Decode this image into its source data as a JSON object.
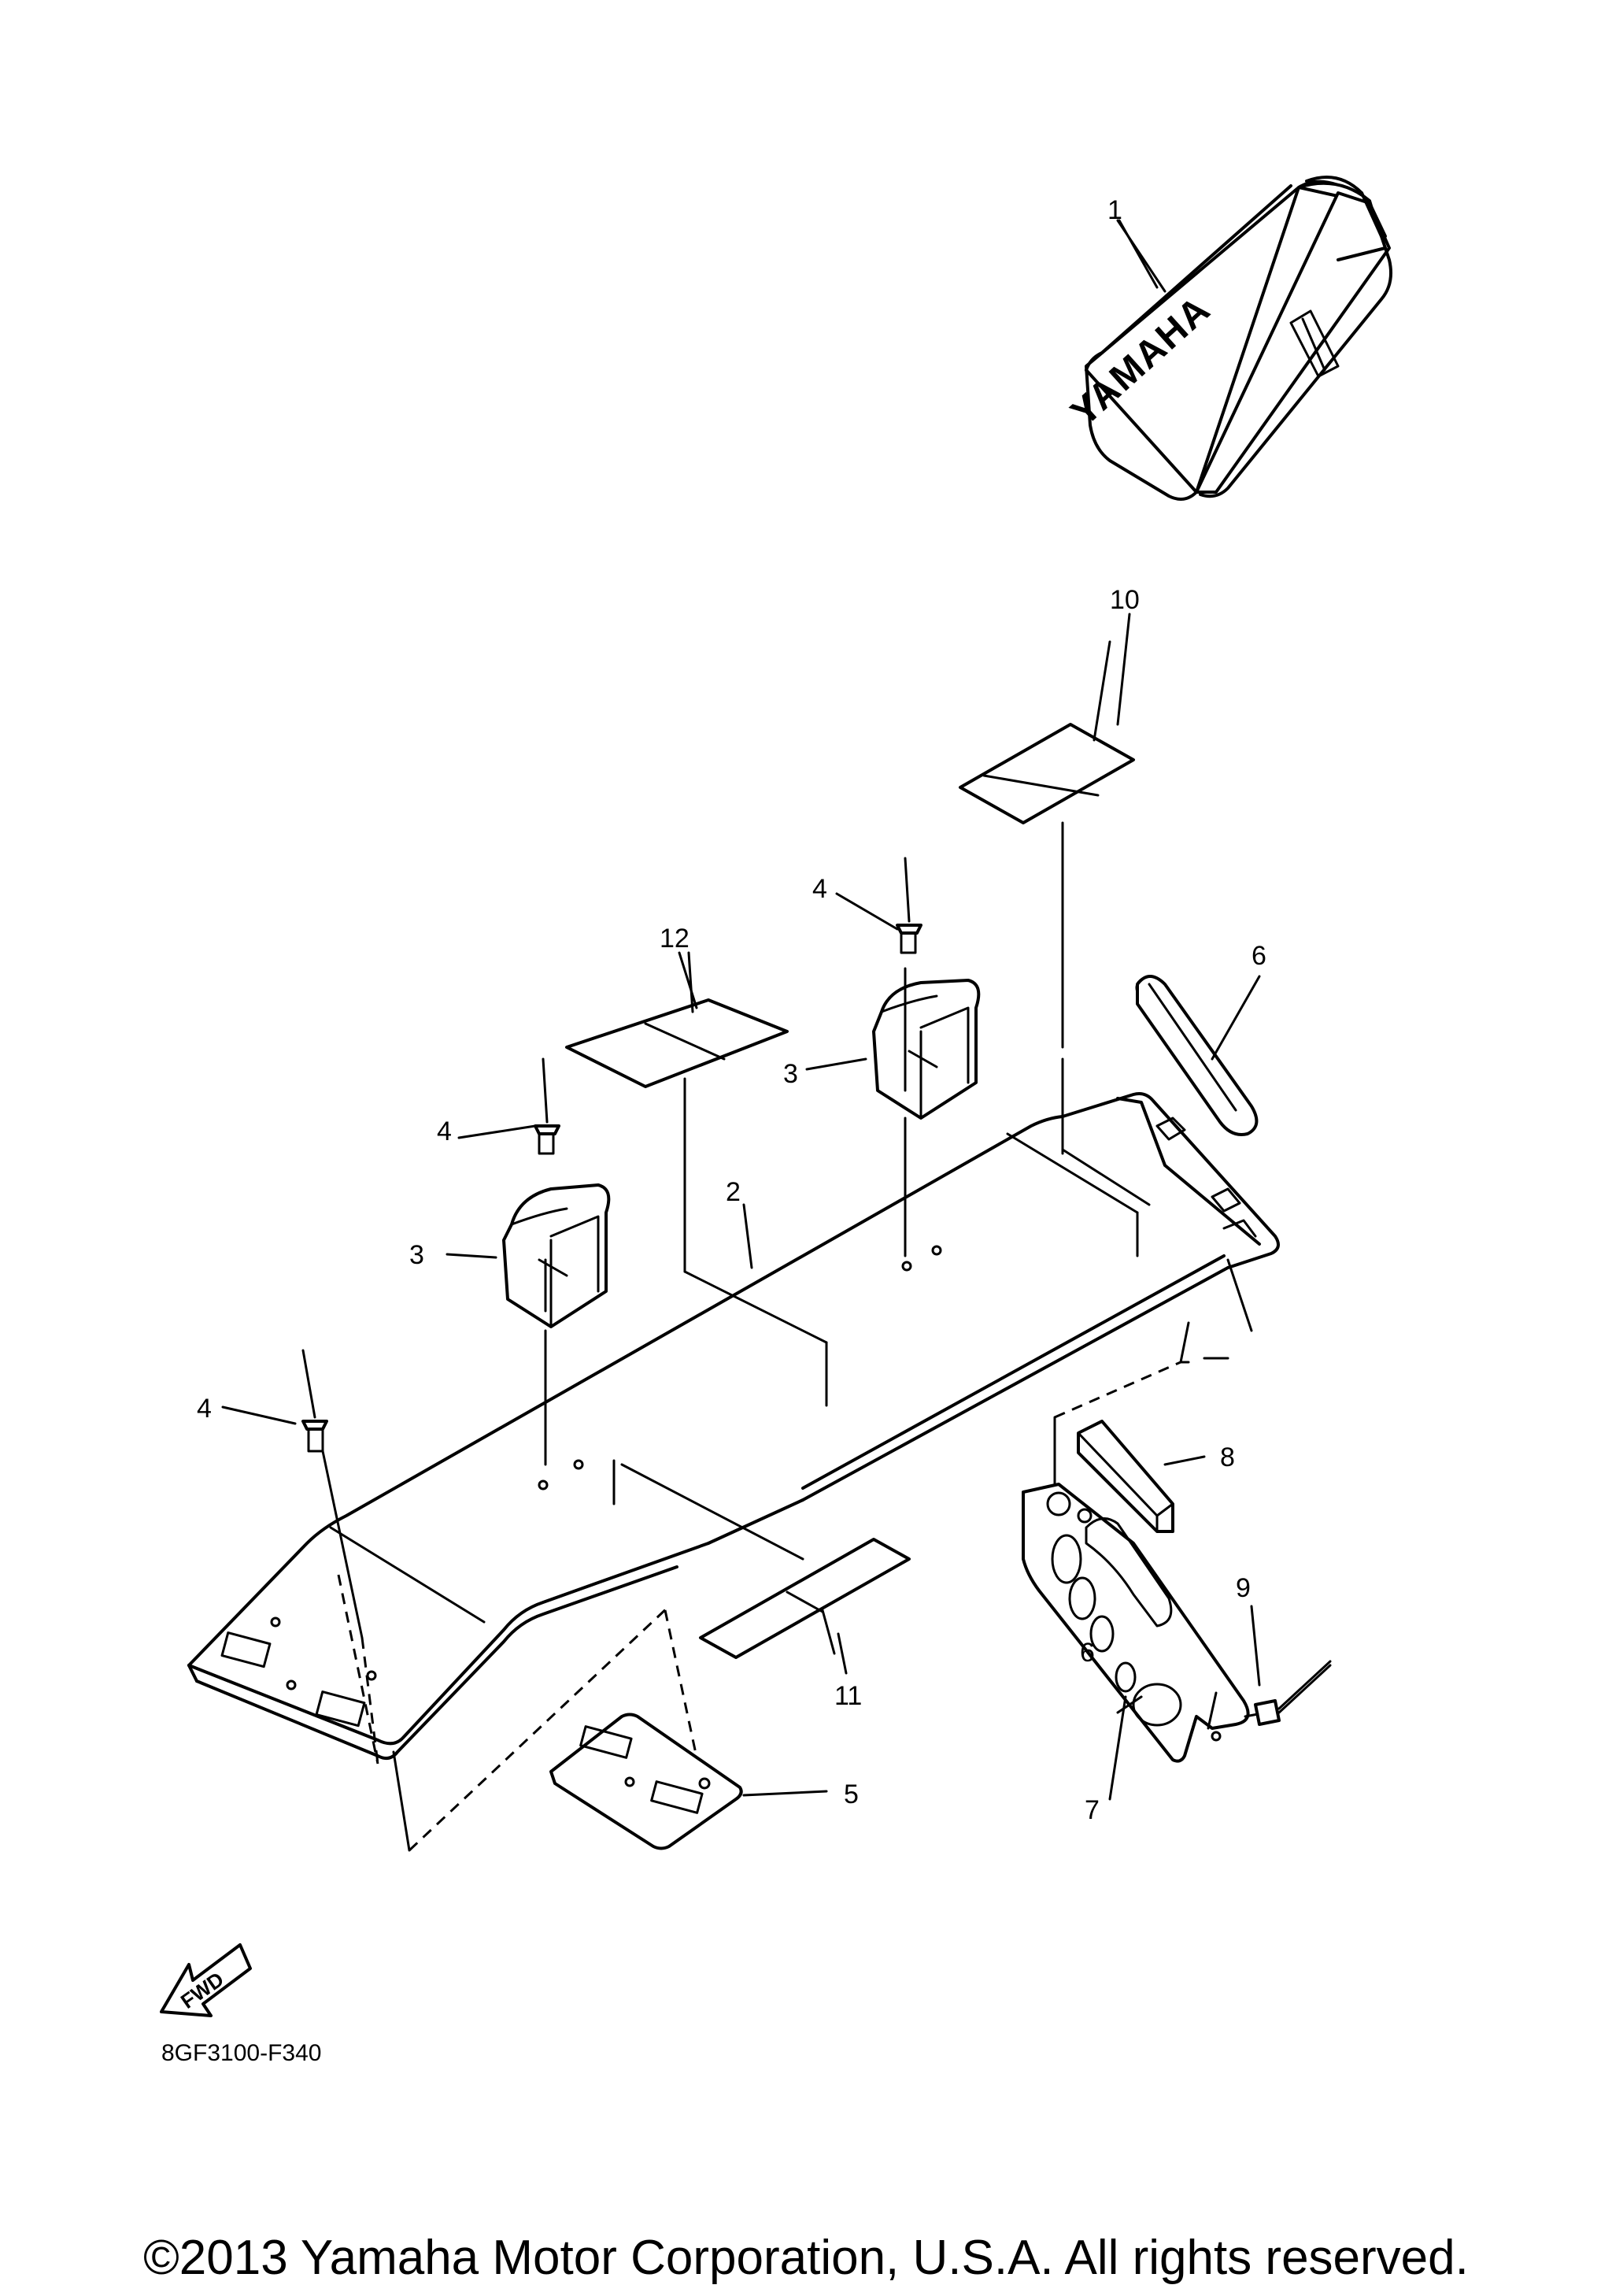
{
  "callouts": {
    "p1": "1",
    "p2": "2",
    "p3a": "3",
    "p3b": "3",
    "p4a": "4",
    "p4b": "4",
    "p4c": "4",
    "p5": "5",
    "p6a": "6",
    "p6b": "6",
    "p7": "7",
    "p8": "8",
    "p9": "9",
    "p10": "10",
    "p11": "11",
    "p12": "12"
  },
  "logo_text": "YAMAHA",
  "fwd_label": "FWD",
  "diagram_code": "8GF3100-F340",
  "copyright": "©2013 Yamaha Motor Corporation, U.S.A. All rights reserved.",
  "colors": {
    "line": "#000000",
    "background": "#ffffff"
  }
}
